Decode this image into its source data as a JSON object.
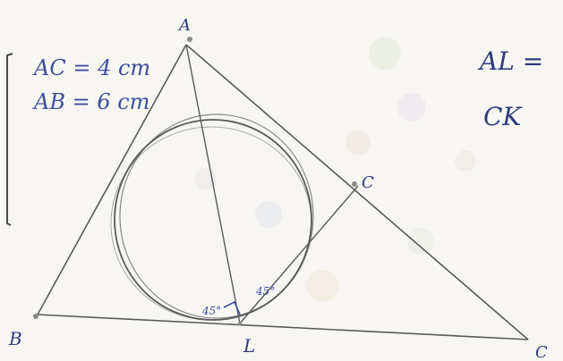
{
  "figure": {
    "vertices": {
      "A": "A",
      "B": "B",
      "C": "C",
      "L": "L",
      "K": "C"
    },
    "notes": {
      "line1": "AC = 4 cm",
      "line2": "AB = 6 cm"
    },
    "angle_labels": {
      "a1": "45°",
      "a2": "45°"
    },
    "right_text": {
      "line1": "AL =",
      "line2": "CK"
    }
  },
  "colors": {
    "ink": "#3f4f9c",
    "pencil": "#5a5a5a",
    "paper": "#f7f6f3"
  }
}
